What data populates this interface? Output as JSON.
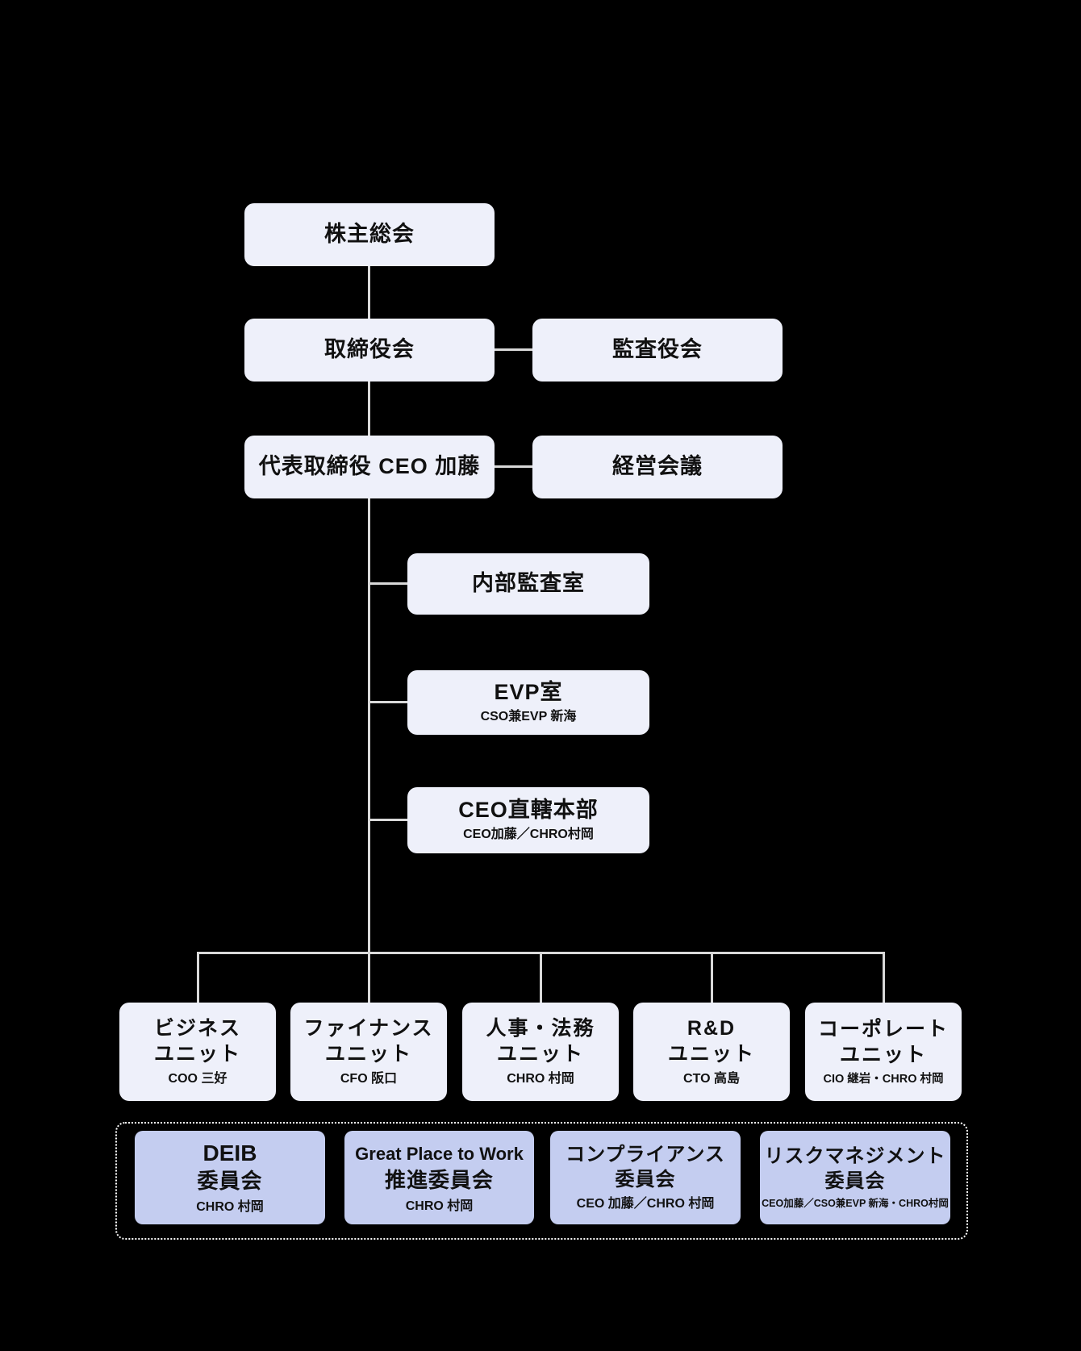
{
  "org_chart": {
    "shareholders_meeting": {
      "title": "株主総会"
    },
    "board_of_directors": {
      "title": "取締役会"
    },
    "audit_and_supervisory_board": {
      "title": "監査役会"
    },
    "representative_director_ceo": {
      "title": "代表取締役 CEO 加藤"
    },
    "management_council": {
      "title": "経営会議"
    },
    "internal_audit_office": {
      "title": "内部監査室"
    },
    "evp_office": {
      "title": "EVP室",
      "subtitle": "CSO兼EVP 新海"
    },
    "ceo_direct_hq": {
      "title": "CEO直轄本部",
      "subtitle": "CEO加藤／CHRO村岡"
    },
    "units": [
      {
        "title_line1": "ビジネス",
        "title_line2": "ユニット",
        "subtitle": "COO 三好"
      },
      {
        "title_line1": "ファイナンス",
        "title_line2": "ユニット",
        "subtitle": "CFO 阪口"
      },
      {
        "title_line1": "人事・法務",
        "title_line2": "ユニット",
        "subtitle": "CHRO 村岡"
      },
      {
        "title_line1": "R&D",
        "title_line2": "ユニット",
        "subtitle": "CTO 高島"
      },
      {
        "title_line1": "コーポレート",
        "title_line2": "ユニット",
        "subtitle": "CIO 継岩・CHRO 村岡"
      }
    ],
    "committees": [
      {
        "title_line1": "DEIB",
        "title_line2": "委員会",
        "subtitle": "CHRO 村岡"
      },
      {
        "title_line1": "Great Place to Work",
        "title_line2": "推進委員会",
        "subtitle": "CHRO 村岡"
      },
      {
        "title_line1": "コンプライアンス",
        "title_line2": "委員会",
        "subtitle": "CEO 加藤／CHRO 村岡"
      },
      {
        "title_line1": "リスクマネジメント",
        "title_line2": "委員会",
        "subtitle": "CEO加藤／CSO兼EVP 新海・CHRO村岡"
      }
    ],
    "colors": {
      "background": "#000000",
      "box_fill": "#eef0fa",
      "committee_fill": "#c4cdf0",
      "connector": "#d9d9d9",
      "text": "#111111",
      "dotted_border": "#ffffff"
    }
  }
}
